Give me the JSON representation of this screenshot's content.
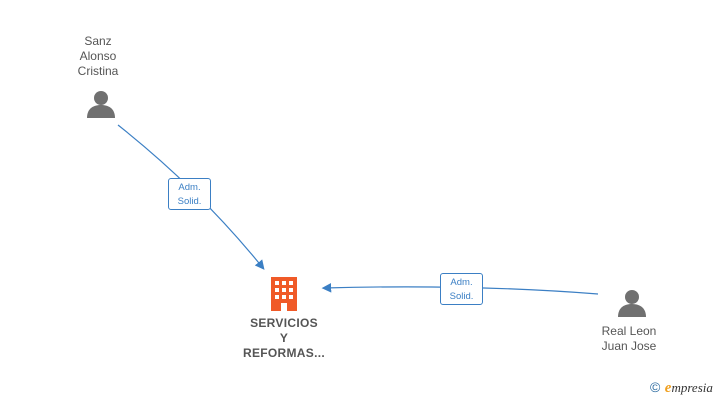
{
  "nodes": {
    "person1": {
      "lines": [
        "Sanz",
        "Alonso",
        "Cristina"
      ],
      "icon": "person-icon"
    },
    "person2": {
      "lines": [
        "Real Leon",
        "Juan Jose"
      ],
      "icon": "person-icon"
    },
    "company": {
      "lines": [
        "SERVICIOS",
        "Y",
        "REFORMAS..."
      ],
      "icon": "building-icon",
      "color": "#f05a28"
    }
  },
  "edges": [
    {
      "from": "person1",
      "to": "company",
      "label": [
        "Adm.",
        "Solid."
      ]
    },
    {
      "from": "person2",
      "to": "company",
      "label": [
        "Adm.",
        "Solid."
      ]
    }
  ],
  "colors": {
    "edge": "#3b7fc4",
    "person": "#707070",
    "company": "#f05a28",
    "logo_accent": "#f0a020"
  },
  "watermark": {
    "symbol": "©",
    "brand_initial": "e",
    "brand_rest": "mpresia"
  }
}
